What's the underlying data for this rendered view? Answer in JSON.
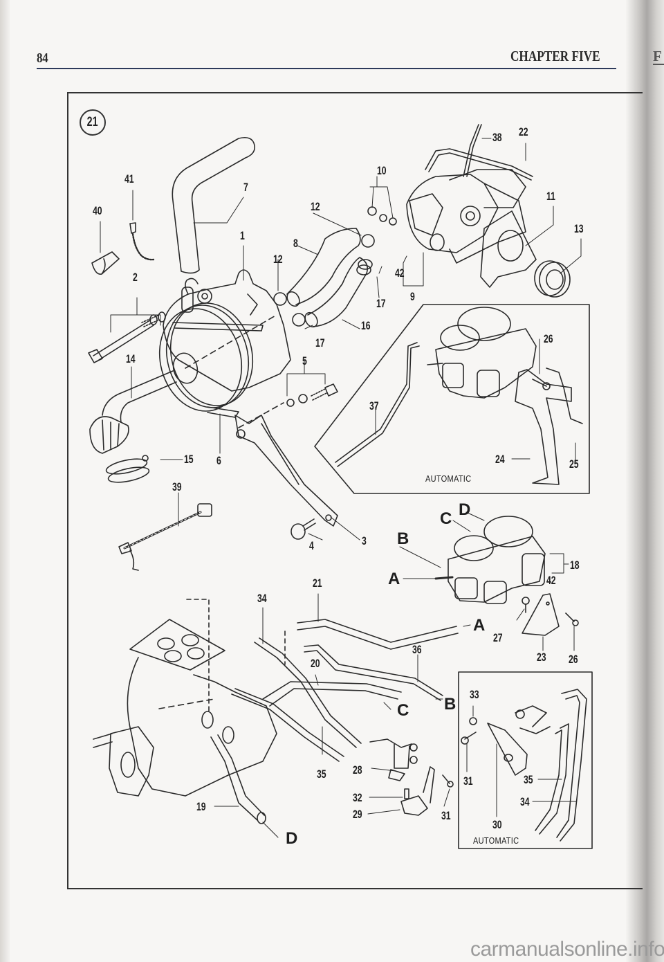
{
  "header": {
    "page_number": "84",
    "chapter_title": "CHAPTER FIVE",
    "next_page_letter": "F"
  },
  "figure": {
    "number": "21",
    "variant_label": "AUTOMATIC",
    "callouts": {
      "p1": "1",
      "p2": "2",
      "p3": "3",
      "p4": "4",
      "p5": "5",
      "p6": "6",
      "p7": "7",
      "p8": "8",
      "p9": "9",
      "p10": "10",
      "p11": "11",
      "p12a": "12",
      "p12b": "12",
      "p13": "13",
      "p14": "14",
      "p15": "15",
      "p16": "16",
      "p17a": "17",
      "p17b": "17",
      "p18": "18",
      "p19": "19",
      "p20": "20",
      "p21": "21",
      "p22": "22",
      "p23": "23",
      "p24": "24",
      "p25": "25",
      "p26a": "26",
      "p26b": "26",
      "p27": "27",
      "p28": "28",
      "p29": "29",
      "p30": "30",
      "p31a": "31",
      "p31b": "31",
      "p32": "32",
      "p33": "33",
      "p34a": "34",
      "p34b": "34",
      "p35a": "35",
      "p35b": "35",
      "p36": "36",
      "p37": "37",
      "p38": "38",
      "p39": "39",
      "p40": "40",
      "p41": "41",
      "p42a": "42",
      "p42b": "42"
    },
    "connection_letters": {
      "a1": "A",
      "a2": "A",
      "b1": "B",
      "b2": "B",
      "c1": "C",
      "c2": "C",
      "d1": "D",
      "d2": "D"
    }
  },
  "footer": {
    "watermark": "carmanualsonline.info"
  }
}
